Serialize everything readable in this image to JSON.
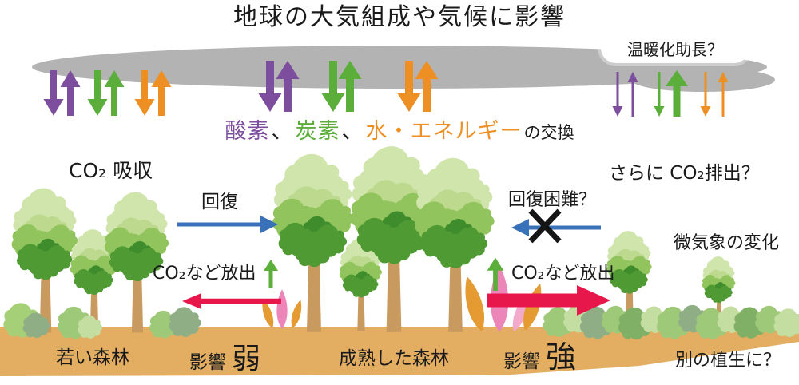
{
  "title": "地球の大気組成や気候に影響",
  "cloud": {
    "bubble": "温暖化助長？"
  },
  "exchange": {
    "oxygen": "酸素",
    "comma1": "、",
    "carbon": "炭素",
    "comma2": "、",
    "water_energy": "水・エネルギー",
    "suffix": "の交換"
  },
  "young_forest": {
    "co2_absorption": "CO₂ 吸収",
    "recovery": "回復",
    "co2_release": "CO₂など放出",
    "name": "若い森林",
    "impact_label": "影響",
    "impact_value": "弱"
  },
  "mature_forest": {
    "recovery_difficult": "回復困難？",
    "further_co2": "さらに CO₂排出？",
    "co2_release": "CO₂など放出",
    "name": "成熟した森林",
    "impact_label": "影響",
    "impact_value": "強"
  },
  "other_vegetation": {
    "microclimate": "微気象の変化",
    "name": "別の植生に？"
  },
  "colors": {
    "oxygen_purple": "#7d4e9e",
    "carbon_green": "#5cae3a",
    "water_orange": "#ee8f23",
    "recovery_blue": "#3a72b9",
    "release_red": "#e8174b",
    "cloud_gray": "#b3b3b3",
    "ground_tan": "#e3ae62",
    "trunk_brown": "#c89a5f",
    "fire_pink": "#ed86b8",
    "fire_orange": "#e59a32"
  }
}
